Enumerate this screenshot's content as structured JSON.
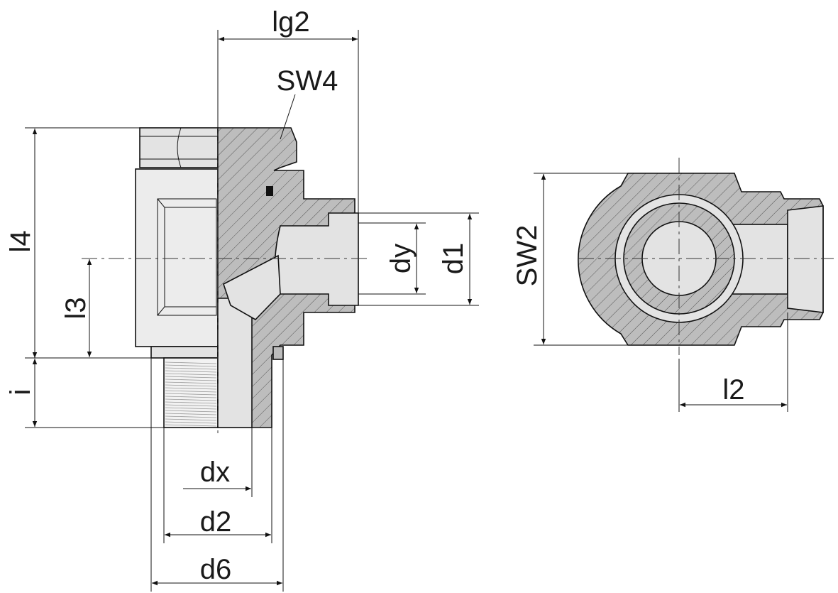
{
  "labels": {
    "lg2": "lg2",
    "sw4": "SW4",
    "l4": "l4",
    "l3": "l3",
    "i": "i",
    "dy": "dy",
    "d1": "d1",
    "dx": "dx",
    "d2": "d2",
    "d6": "d6",
    "sw2": "SW2",
    "l2": "l2"
  },
  "colors": {
    "body_fill": "#bdbdbd",
    "light_fill": "#e3e3e3",
    "line": "#111111"
  }
}
